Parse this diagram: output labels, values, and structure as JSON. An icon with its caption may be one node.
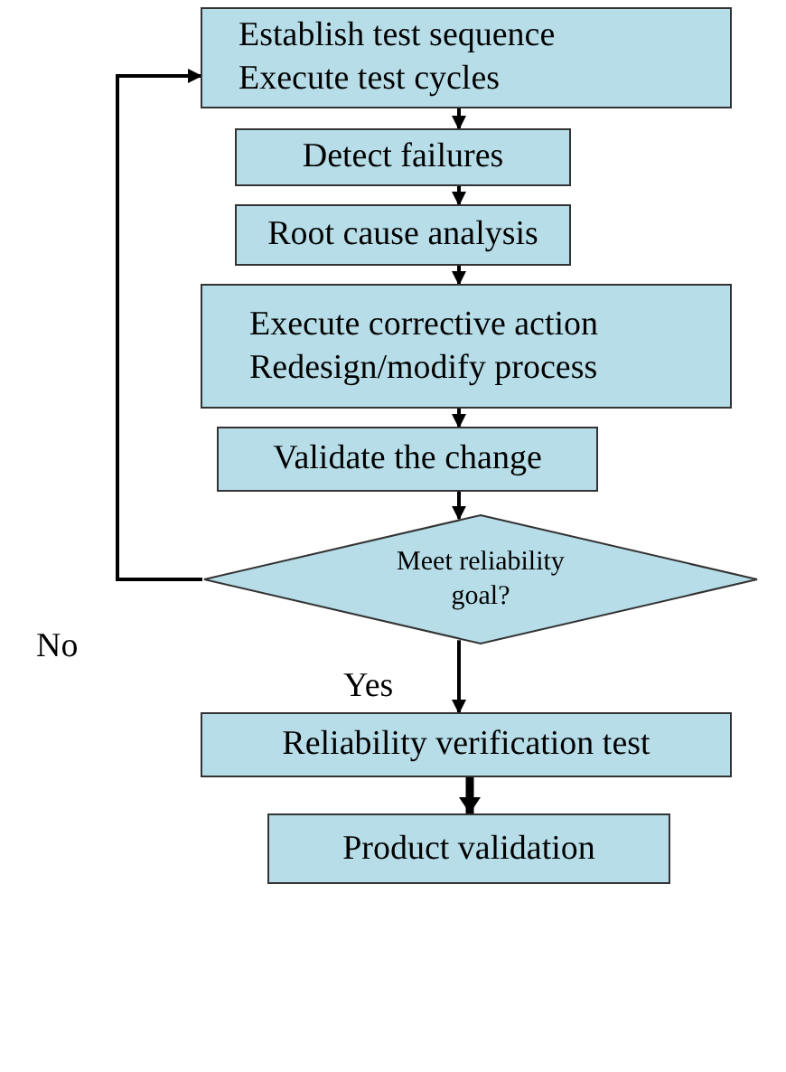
{
  "diagram": {
    "nodes": [
      {
        "text": [
          "Establish test sequence",
          "Execute test cycles"
        ]
      },
      {
        "text": [
          "Detect failures"
        ]
      },
      {
        "text": [
          "Root cause analysis"
        ]
      },
      {
        "text": [
          "Execute corrective action",
          "Redesign/modify process"
        ]
      },
      {
        "text": [
          "Validate the change"
        ]
      },
      {
        "text": [
          "Meet reliability goal?"
        ]
      },
      {
        "text": [
          "Reliability verification test"
        ]
      },
      {
        "text": [
          "Product validation"
        ]
      }
    ],
    "edges": [
      {
        "from": 0,
        "to": 1,
        "arrow": "to"
      },
      {
        "from": 1,
        "to": 2,
        "arrow": "to"
      },
      {
        "from": 2,
        "to": 3,
        "arrow": "to"
      },
      {
        "from": 3,
        "to": 4,
        "arrow": "to"
      },
      {
        "from": 4,
        "to": 5,
        "arrow": "to"
      },
      {
        "from": 5,
        "to": 6,
        "arrow": "to",
        "label": "Yes"
      },
      {
        "from": 6,
        "to": 7,
        "arrow": "to",
        "style": "thick"
      },
      {
        "from": 5,
        "to": 0,
        "arrow": "to",
        "label": "No"
      }
    ]
  }
}
